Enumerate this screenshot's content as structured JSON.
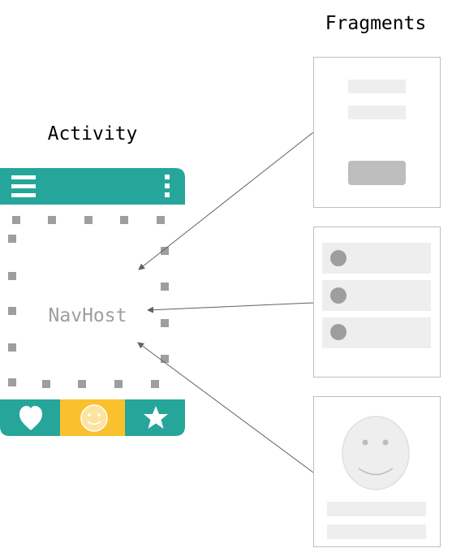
{
  "labels": {
    "fragments": "Fragments",
    "activity": "Activity",
    "navhost": "NavHost"
  },
  "colors": {
    "teal": "#26a69a",
    "amber": "#fbc02d",
    "placeholder_light": "#eeeeee",
    "placeholder_dark": "#bdbdbd",
    "dot": "#9e9e9e",
    "frame_border": "#bdbdbd",
    "arrow": "#616161"
  },
  "icons": {
    "menu": "hamburger-menu-icon",
    "overflow": "vertical-dots-icon",
    "tab1": "heart-icon",
    "tab2": "smiley-icon",
    "tab3": "star-icon"
  }
}
